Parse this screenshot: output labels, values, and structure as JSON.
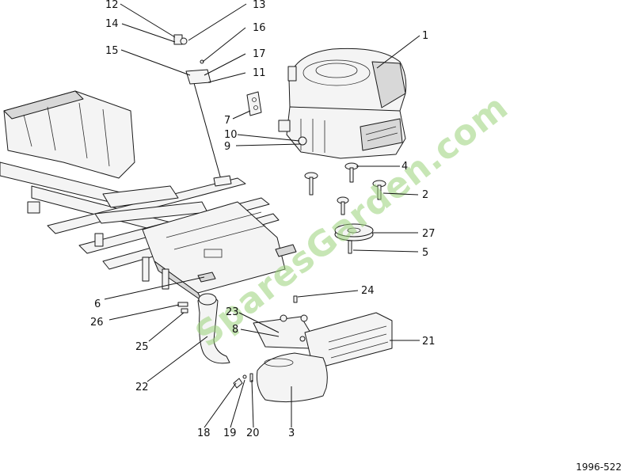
{
  "drawing_code": "1996-522",
  "watermark": "SparesGarden.com",
  "callouts": [
    "12",
    "13",
    "14",
    "16",
    "15",
    "17",
    "11",
    "1",
    "7",
    "10",
    "9",
    "4",
    "2",
    "27",
    "5",
    "6",
    "24",
    "26",
    "23",
    "8",
    "21",
    "25",
    "22",
    "18",
    "19",
    "20",
    "3"
  ]
}
